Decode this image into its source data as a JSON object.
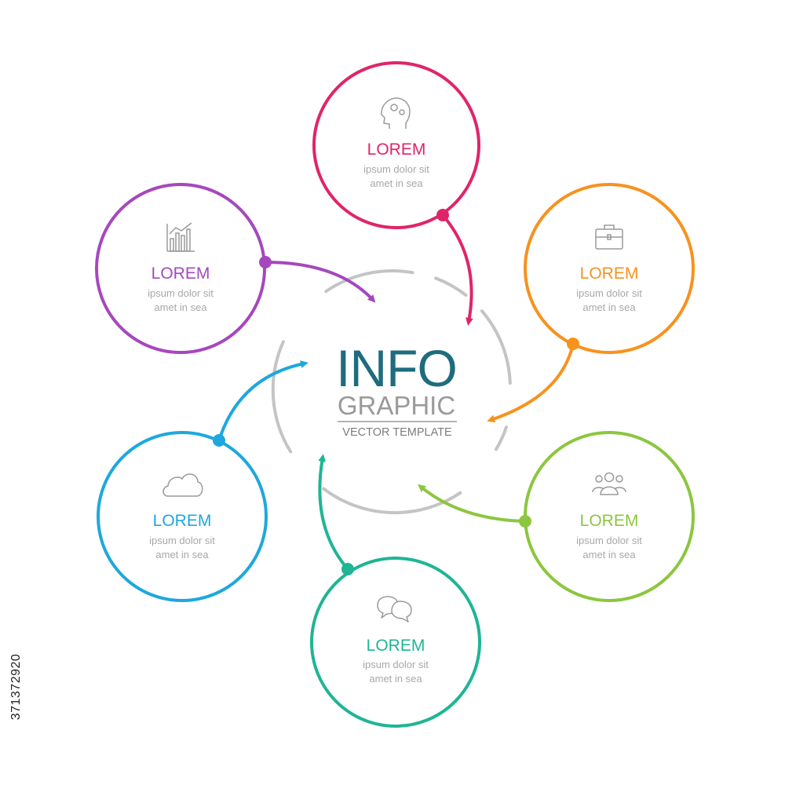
{
  "center": {
    "title": "INFO",
    "subtitle": "GRAPHIC",
    "caption": "VECTOR TEMPLATE",
    "title_color": "#1f6b7f",
    "ring_color": "#c4c4c4"
  },
  "nodes": [
    {
      "id": "top",
      "title": "LOREM",
      "line1": "ipsum dolor sit",
      "line2": "amet  in sea",
      "color": "#e0246a",
      "icon": "head-gears-icon"
    },
    {
      "id": "upper-right",
      "title": "LOREM",
      "line1": "ipsum dolor sit",
      "line2": "amet  in sea",
      "color": "#f7921e",
      "icon": "briefcase-icon"
    },
    {
      "id": "lower-right",
      "title": "LOREM",
      "line1": "ipsum dolor sit",
      "line2": "amet  in sea",
      "color": "#8cc63f",
      "icon": "users-icon"
    },
    {
      "id": "bottom",
      "title": "LOREM",
      "line1": "ipsum dolor sit",
      "line2": "amet  in sea",
      "color": "#1fb595",
      "icon": "chat-bubbles-icon"
    },
    {
      "id": "lower-left",
      "title": "LOREM",
      "line1": "ipsum dolor sit",
      "line2": "amet  in sea",
      "color": "#1ea8dd",
      "icon": "cloud-icon"
    },
    {
      "id": "upper-left",
      "title": "LOREM",
      "line1": "ipsum dolor sit",
      "line2": "amet  in sea",
      "color": "#a548bd",
      "icon": "bar-chart-icon"
    }
  ],
  "stock_id": "371372920"
}
